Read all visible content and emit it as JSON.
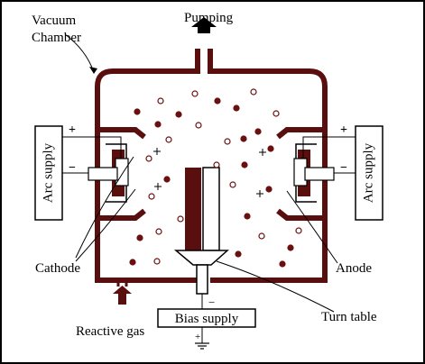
{
  "labels": {
    "vacuum_line1": "Vacuum",
    "vacuum_line2": "Chamber",
    "pumping": "Pumping",
    "arc_supply_left": "Arc supply",
    "arc_supply_right": "Arc supply",
    "cathode": "Cathode",
    "anode": "Anode",
    "turn_table": "Turn table",
    "bias_supply": "Bias supply",
    "reactive_gas": "Reactive gas"
  },
  "symbols": {
    "plus": "+",
    "minus": "−"
  },
  "colors": {
    "chamber_wall": "#5a0f0f",
    "outline": "#000000",
    "background": "#ffffff",
    "ion": "#6a1010"
  }
}
